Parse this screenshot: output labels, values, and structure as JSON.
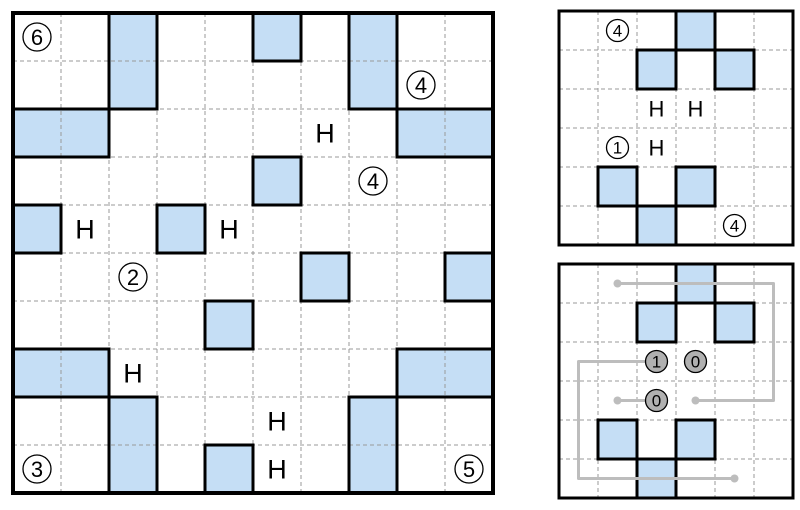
{
  "main_grid": {
    "rows": 10,
    "cols": 10,
    "shaded_cells": [
      [
        0,
        2
      ],
      [
        1,
        2
      ],
      [
        0,
        5
      ],
      [
        0,
        7
      ],
      [
        1,
        7
      ],
      [
        2,
        0
      ],
      [
        2,
        1
      ],
      [
        2,
        8
      ],
      [
        2,
        9
      ],
      [
        3,
        5
      ],
      [
        4,
        0
      ],
      [
        4,
        3
      ],
      [
        5,
        6
      ],
      [
        5,
        9
      ],
      [
        6,
        4
      ],
      [
        7,
        0
      ],
      [
        7,
        1
      ],
      [
        7,
        8
      ],
      [
        7,
        9
      ],
      [
        8,
        2
      ],
      [
        9,
        2
      ],
      [
        8,
        7
      ],
      [
        9,
        7
      ],
      [
        9,
        4
      ]
    ],
    "shaded_blocks": [
      [
        0,
        2,
        2,
        1
      ],
      [
        0,
        5,
        1,
        1
      ],
      [
        0,
        7,
        2,
        1
      ],
      [
        2,
        0,
        1,
        2
      ],
      [
        2,
        8,
        1,
        2
      ],
      [
        3,
        5,
        1,
        1
      ],
      [
        4,
        0,
        1,
        1
      ],
      [
        4,
        3,
        1,
        1
      ],
      [
        5,
        6,
        1,
        1
      ],
      [
        5,
        9,
        1,
        1
      ],
      [
        6,
        4,
        1,
        1
      ],
      [
        7,
        0,
        1,
        2
      ],
      [
        7,
        8,
        1,
        2
      ],
      [
        8,
        2,
        2,
        1
      ],
      [
        8,
        7,
        2,
        1
      ],
      [
        9,
        4,
        1,
        1
      ]
    ],
    "circled_clues": [
      {
        "r": 0,
        "c": 0,
        "value": "6"
      },
      {
        "r": 1,
        "c": 8,
        "value": "4"
      },
      {
        "r": 3,
        "c": 7,
        "value": "4"
      },
      {
        "r": 5,
        "c": 2,
        "value": "2"
      },
      {
        "r": 9,
        "c": 0,
        "value": "3"
      },
      {
        "r": 9,
        "c": 9,
        "value": "5"
      }
    ],
    "h_marks": [
      {
        "r": 2,
        "c": 6,
        "value": "H"
      },
      {
        "r": 4,
        "c": 1,
        "value": "H"
      },
      {
        "r": 4,
        "c": 4,
        "value": "H"
      },
      {
        "r": 7,
        "c": 2,
        "value": "H"
      },
      {
        "r": 8,
        "c": 5,
        "value": "H"
      },
      {
        "r": 9,
        "c": 5,
        "value": "H"
      }
    ]
  },
  "example_top": {
    "rows": 6,
    "cols": 6,
    "shaded_cells": [
      [
        0,
        3
      ],
      [
        1,
        2
      ],
      [
        1,
        4
      ],
      [
        4,
        1
      ],
      [
        4,
        3
      ],
      [
        5,
        2
      ]
    ],
    "circled_clues": [
      {
        "r": 0,
        "c": 1,
        "value": "4"
      },
      {
        "r": 3,
        "c": 1,
        "value": "1"
      },
      {
        "r": 5,
        "c": 4,
        "value": "4"
      }
    ],
    "h_marks": [
      {
        "r": 2,
        "c": 2,
        "value": "H"
      },
      {
        "r": 2,
        "c": 3,
        "value": "H"
      },
      {
        "r": 3,
        "c": 2,
        "value": "H"
      }
    ]
  },
  "example_bottom": {
    "rows": 6,
    "cols": 6,
    "shaded_cells": [
      [
        0,
        3
      ],
      [
        1,
        2
      ],
      [
        1,
        4
      ],
      [
        4,
        1
      ],
      [
        4,
        3
      ],
      [
        5,
        2
      ]
    ],
    "gray_clues": [
      {
        "r": 2,
        "c": 2,
        "value": "1"
      },
      {
        "r": 2,
        "c": 3,
        "value": "0"
      },
      {
        "r": 3,
        "c": 2,
        "value": "0"
      }
    ],
    "paths": [
      [
        [
          0,
          1
        ],
        [
          0,
          5
        ],
        [
          3,
          5
        ],
        [
          3,
          3
        ]
      ],
      [
        [
          2,
          2
        ],
        [
          2,
          0
        ],
        [
          5,
          0
        ],
        [
          5,
          4
        ]
      ],
      [
        [
          3,
          2
        ],
        [
          3,
          1
        ]
      ]
    ]
  },
  "colors": {
    "shade": "#c5def5",
    "grid_line": "#000000",
    "dash_line": "#999999",
    "gray_clue": "#b0b0b0",
    "path_line": "#bdbdbd"
  }
}
